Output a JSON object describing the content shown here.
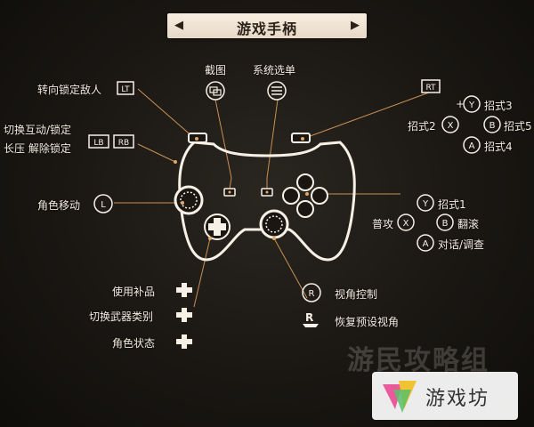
{
  "title": {
    "text": "游戏手柄",
    "left_arrow": "◀",
    "right_arrow": "▶"
  },
  "labels": {
    "lt_target": "转向锁定敌人",
    "screenshot": "截图",
    "system_menu": "系统选单",
    "switch_lock": "切换互动/锁定",
    "hold_unlock": "长压  解除锁定",
    "move": "角色移动",
    "style3": "招式3",
    "style2": "招式2",
    "style5": "招式5",
    "style4": "招式4",
    "style1": "招式1",
    "attack": "普攻",
    "roll": "翻滚",
    "talk": "对话/调查",
    "use_item": "使用补品",
    "switch_weapon": "切换武器类别",
    "status": "角色状态",
    "camera": "视角控制",
    "reset_camera": "恢复预设视角",
    "plus": "+"
  },
  "buttons": {
    "lt": "LT",
    "rt": "RT",
    "lb": "LB",
    "rb": "RB",
    "y": "Y",
    "x": "X",
    "b": "B",
    "a": "A",
    "l": "L",
    "r": "R"
  },
  "watermark": "游民攻略组",
  "logo": {
    "text": "游戏坊"
  },
  "colors": {
    "accent": "#e2a86a",
    "line": "#c98f55",
    "text": "#f3ece0"
  }
}
